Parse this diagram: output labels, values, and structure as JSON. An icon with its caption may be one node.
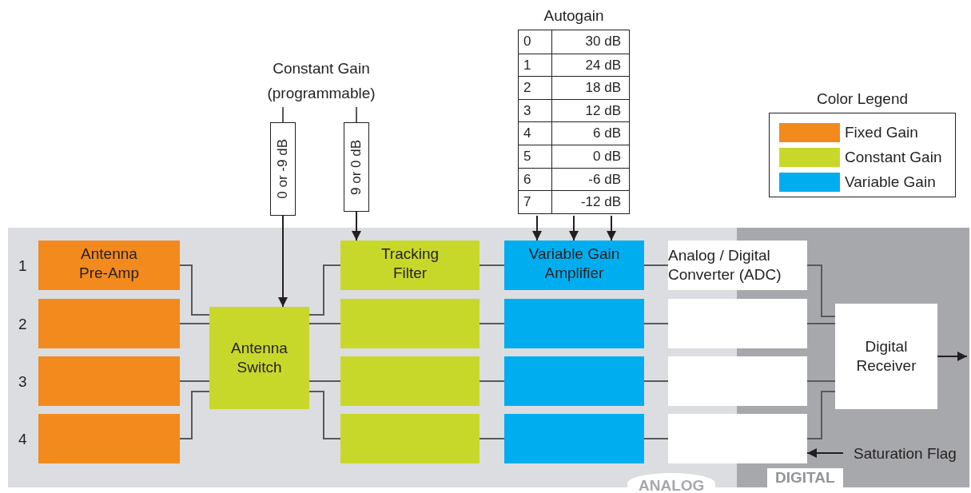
{
  "diagram": {
    "nodes": [
      {
        "text": [
          "ANALOG"
        ]
      },
      {
        "text": [
          "DIGITAL"
        ]
      },
      {
        "text": [
          "Antenna Pre-Amp"
        ],
        "in": 0
      },
      {
        "text": [],
        "shape": "box",
        "in": 0
      },
      {
        "text": [],
        "shape": "box",
        "in": 0
      },
      {
        "text": [],
        "shape": "box",
        "in": 0
      },
      {
        "text": [
          "Antenna Switch"
        ],
        "in": 0
      },
      {
        "text": [
          "Tracking Filter"
        ],
        "in": 0
      },
      {
        "text": [],
        "shape": "box",
        "in": 0
      },
      {
        "text": [],
        "shape": "box",
        "in": 0
      },
      {
        "text": [],
        "shape": "box",
        "in": 0
      },
      {
        "text": [
          "Variable Gain Amplifier"
        ],
        "in": 0
      },
      {
        "text": [],
        "shape": "box",
        "in": 0
      },
      {
        "text": [],
        "shape": "box",
        "in": 0
      },
      {
        "text": [],
        "shape": "box",
        "in": 0
      },
      {
        "text": [
          "Analog / Digital Converter (ADC)"
        ]
      },
      {
        "text": [],
        "shape": "box"
      },
      {
        "text": [],
        "shape": "box"
      },
      {
        "text": [],
        "shape": "box"
      },
      {
        "text": [
          "Digital Receiver"
        ],
        "in": 1
      },
      {
        "text": [
          "Constant Gain (programmable)"
        ]
      },
      {
        "text": [
          "0 or -9 dB"
        ]
      },
      {
        "text": [
          "9 or 0 dB"
        ]
      },
      {
        "text": [
          "Autogain"
        ]
      },
      {
        "text": [
          "Saturation Flag"
        ],
        "in": 1
      }
    ],
    "edges": [
      {
        "from": 2,
        "to": 6,
        "arrow": "none"
      },
      {
        "from": 3,
        "to": 6,
        "arrow": "none"
      },
      {
        "from": 4,
        "to": 6,
        "arrow": "none"
      },
      {
        "from": 5,
        "to": 6,
        "arrow": "none"
      },
      {
        "from": 6,
        "to": 7,
        "arrow": "none"
      },
      {
        "from": 6,
        "to": 8,
        "arrow": "none"
      },
      {
        "from": 6,
        "to": 9,
        "arrow": "none"
      },
      {
        "from": 6,
        "to": 10,
        "arrow": "none"
      },
      {
        "from": 7,
        "to": 11,
        "arrow": "none"
      },
      {
        "from": 8,
        "to": 12,
        "arrow": "none"
      },
      {
        "from": 9,
        "to": 13,
        "arrow": "none"
      },
      {
        "from": 10,
        "to": 14,
        "arrow": "none"
      },
      {
        "from": 11,
        "to": 15,
        "arrow": "none"
      },
      {
        "from": 12,
        "to": 16,
        "arrow": "none"
      },
      {
        "from": 13,
        "to": 17,
        "arrow": "none"
      },
      {
        "from": 14,
        "to": 18,
        "arrow": "none"
      },
      {
        "from": 15,
        "to": 19,
        "arrow": "none"
      },
      {
        "from": 16,
        "to": 19,
        "arrow": "none"
      },
      {
        "from": 17,
        "to": 19,
        "arrow": "none"
      },
      {
        "from": 18,
        "to": 19,
        "arrow": "none"
      },
      {
        "from": 20,
        "to": 21,
        "arrow": "none"
      },
      {
        "from": 20,
        "to": 22,
        "arrow": "none"
      },
      {
        "from": 21,
        "to": 6,
        "arrow": "to"
      },
      {
        "from": 22,
        "to": 7,
        "arrow": "to"
      },
      {
        "from": 23,
        "to": 11,
        "arrow": "to"
      },
      {
        "from": 23,
        "to": 11,
        "arrow": "to"
      },
      {
        "from": 23,
        "to": 11,
        "arrow": "to"
      },
      {
        "from": 24,
        "to": 18,
        "arrow": "to"
      },
      {
        "from": 19,
        "to": null,
        "arrow": "to"
      }
    ],
    "labels": [
      "Color Legend",
      "0",
      "30 dB",
      "1",
      "24 dB",
      "2",
      "18 dB",
      "3",
      "12 dB",
      "4",
      "6 dB",
      "5",
      "0 dB",
      "6",
      "-6 dB",
      "7",
      "-12 dB",
      "1",
      "2",
      "3",
      "4"
    ],
    "legend": [
      {
        "text": "Fixed Gain",
        "color": "#f28a1e"
      },
      {
        "text": "Constant Gain",
        "color": "#c8d82a"
      },
      {
        "text": "Variable Gain",
        "color": "#00aeef"
      }
    ]
  }
}
